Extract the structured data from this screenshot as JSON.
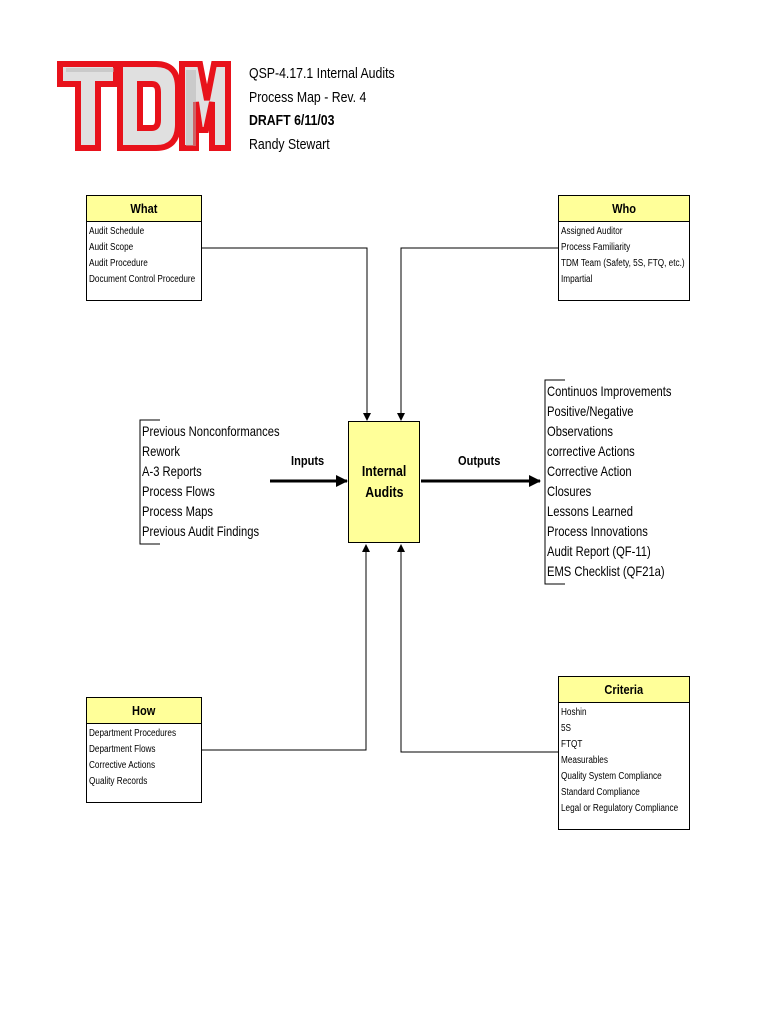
{
  "logo": {
    "text": "TDM",
    "fill_color": "#e0e0e0",
    "outline_color": "#e8121b"
  },
  "header": {
    "line1": "QSP-4.17.1 Internal Audits",
    "line2": "Process Map - Rev. 4",
    "line3": "DRAFT 6/11/03",
    "line4": "Randy Stewart"
  },
  "what": {
    "title": "What",
    "items": [
      "Audit Schedule",
      "Audit Scope",
      "Audit Procedure",
      "Document Control Procedure"
    ]
  },
  "who": {
    "title": "Who",
    "items": [
      "Assigned Auditor",
      "Process Familiarity",
      "TDM Team (Safety, 5S, FTQ, etc.)",
      "Impartial"
    ]
  },
  "how": {
    "title": "How",
    "items": [
      "Department Procedures",
      "Department Flows",
      "Corrective Actions",
      "Quality Records"
    ]
  },
  "criteria": {
    "title": "Criteria",
    "items": [
      "Hoshin",
      "5S",
      "FTQT",
      "Measurables",
      "Quality System Compliance",
      "Standard Compliance",
      "Legal or Regulatory Compliance"
    ]
  },
  "center": {
    "line1": "Internal",
    "line2": "Audits",
    "fill_color": "#ffff99"
  },
  "inputs": {
    "label": "Inputs",
    "items": [
      "Previous Nonconformances",
      "Rework",
      "A-3 Reports",
      "Process Flows",
      "Process Maps",
      "Previous Audit Findings"
    ]
  },
  "outputs": {
    "label": "Outputs",
    "items": [
      "Continuos Improvements",
      "Positive/Negative",
      "Observations",
      "corrective Actions",
      "Corrective Action",
      "Closures",
      "Lessons Learned",
      "Process Innovations",
      "Audit Report (QF-11)",
      "EMS Checklist (QF21a)"
    ]
  }
}
